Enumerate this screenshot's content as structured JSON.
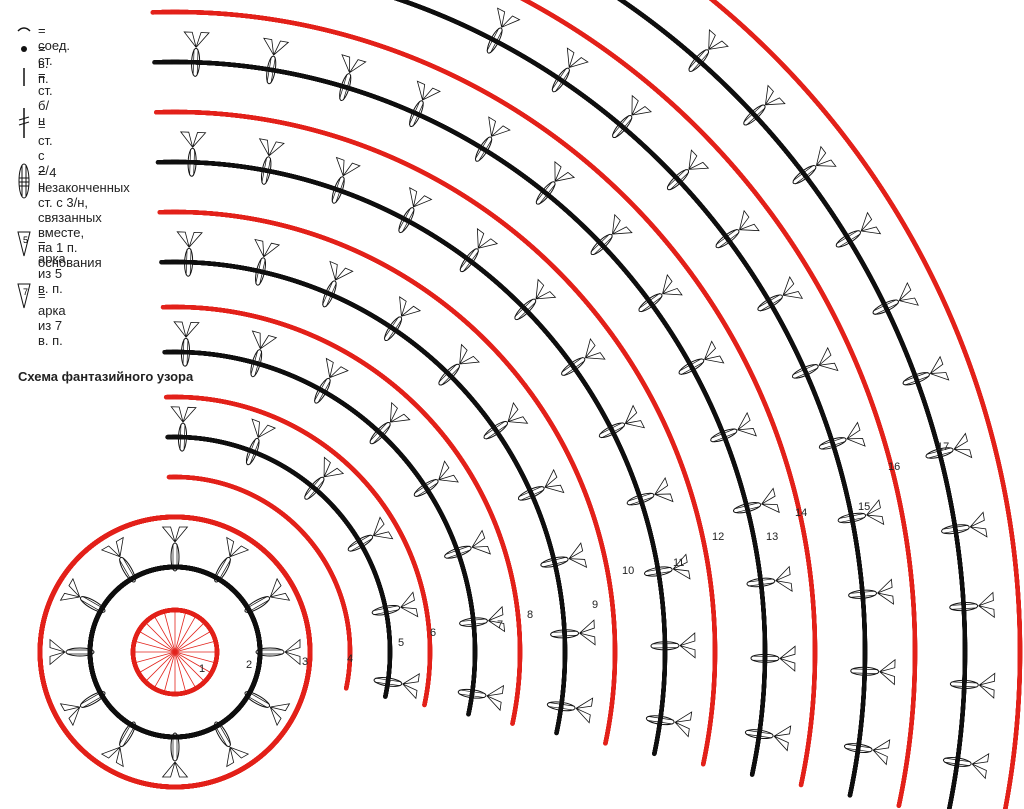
{
  "title": "Схема фантазийного узора",
  "legend": [
    {
      "symbol": "slip-stitch-icon",
      "text": "= соед. ст."
    },
    {
      "symbol": "chain-stitch-icon",
      "text": "= в. п."
    },
    {
      "symbol": "single-crochet-icon",
      "text": "= ст. б/н"
    },
    {
      "symbol": "double-treble-icon",
      "text": "= ст. с 2/н"
    },
    {
      "symbol": "cluster-icon",
      "text": "= 4 незаконченных ст. с 3/н,",
      "text2": "связанных вместе,",
      "text3": "на 1 п. основания"
    },
    {
      "symbol": "arch-5-icon",
      "text": "= арка из 5 в. п.",
      "mark": "5"
    },
    {
      "symbol": "arch-7-icon",
      "text": "= арка из 7 в. п.",
      "mark": "7"
    }
  ],
  "rows": [
    "1",
    "2",
    "3",
    "4",
    "5",
    "6",
    "7",
    "8",
    "9",
    "10",
    "11",
    "12",
    "13",
    "14",
    "15",
    "16",
    "17"
  ],
  "colors": {
    "red": "#e3231c",
    "black": "#111111"
  }
}
